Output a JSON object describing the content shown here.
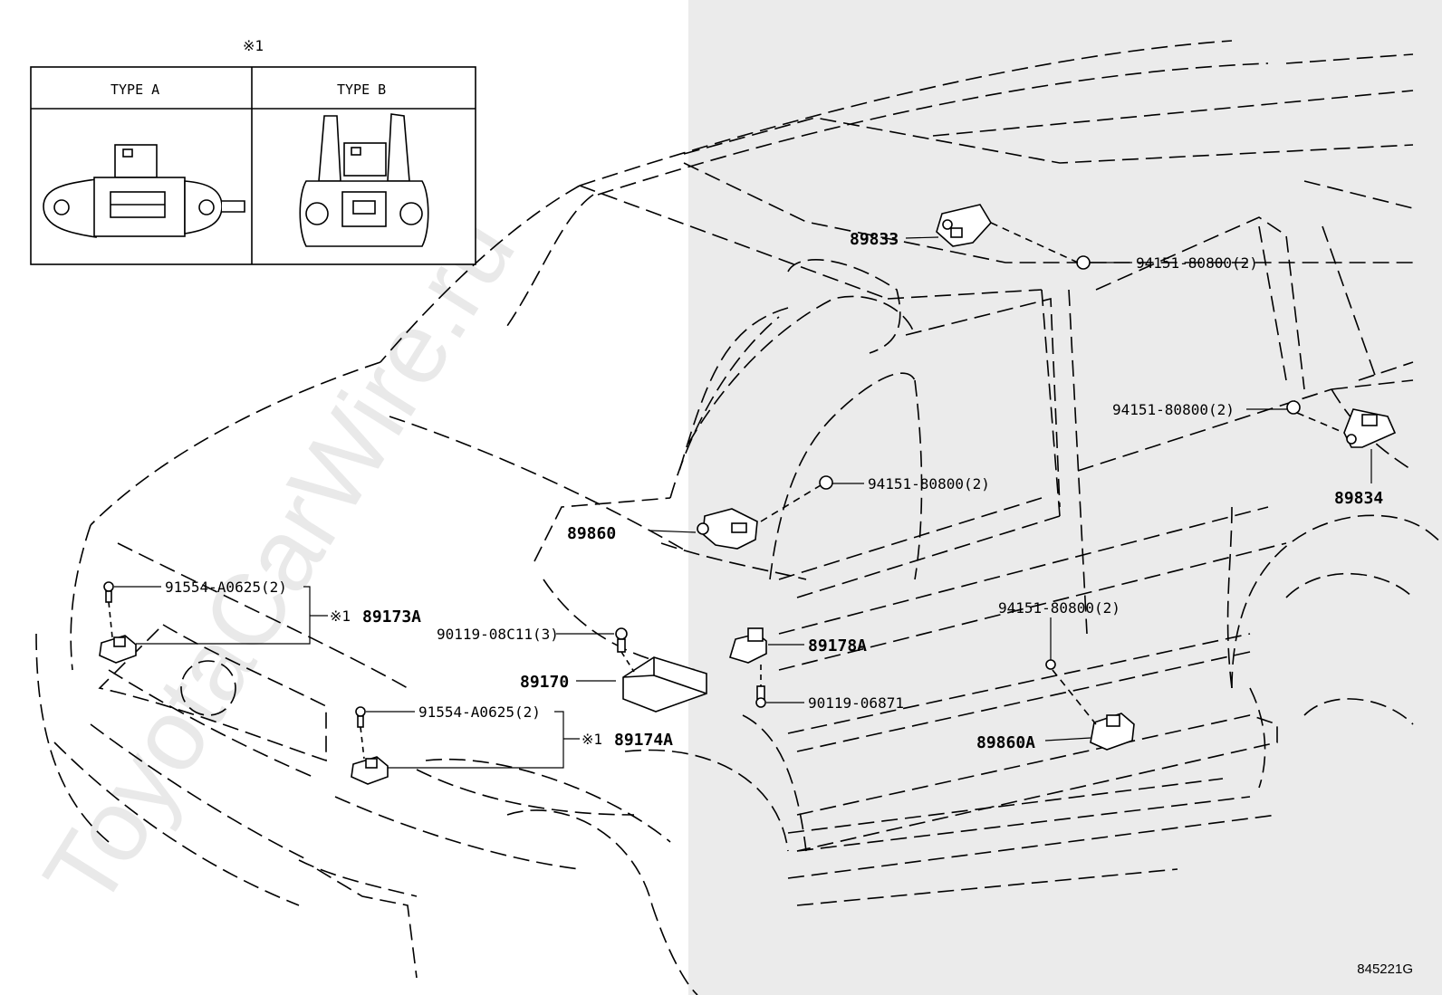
{
  "watermark": "ToyotaCarWire.ru",
  "drawing_code": "845221G",
  "legend": {
    "marker": "※1",
    "type_a": "TYPE A",
    "type_b": "TYPE B"
  },
  "parts": {
    "p89833": "89833",
    "p94151_a": "94151-80800(2)",
    "p94151_b": "94151-80800(2)",
    "p94151_c": "94151-80800(2)",
    "p94151_d": "94151-80800(2)",
    "p89834": "89834",
    "p89860": "89860",
    "p91554_a": "91554-A0625(2)",
    "p89173A": "89173A",
    "marker_a": "※1",
    "p90119_08C11": "90119-08C11(3)",
    "p89178A": "89178A",
    "p89170": "89170",
    "p90119_06871": "90119-06871",
    "p91554_b": "91554-A0625(2)",
    "marker_b": "※1",
    "p89174A": "89174A",
    "p89860A": "89860A"
  }
}
